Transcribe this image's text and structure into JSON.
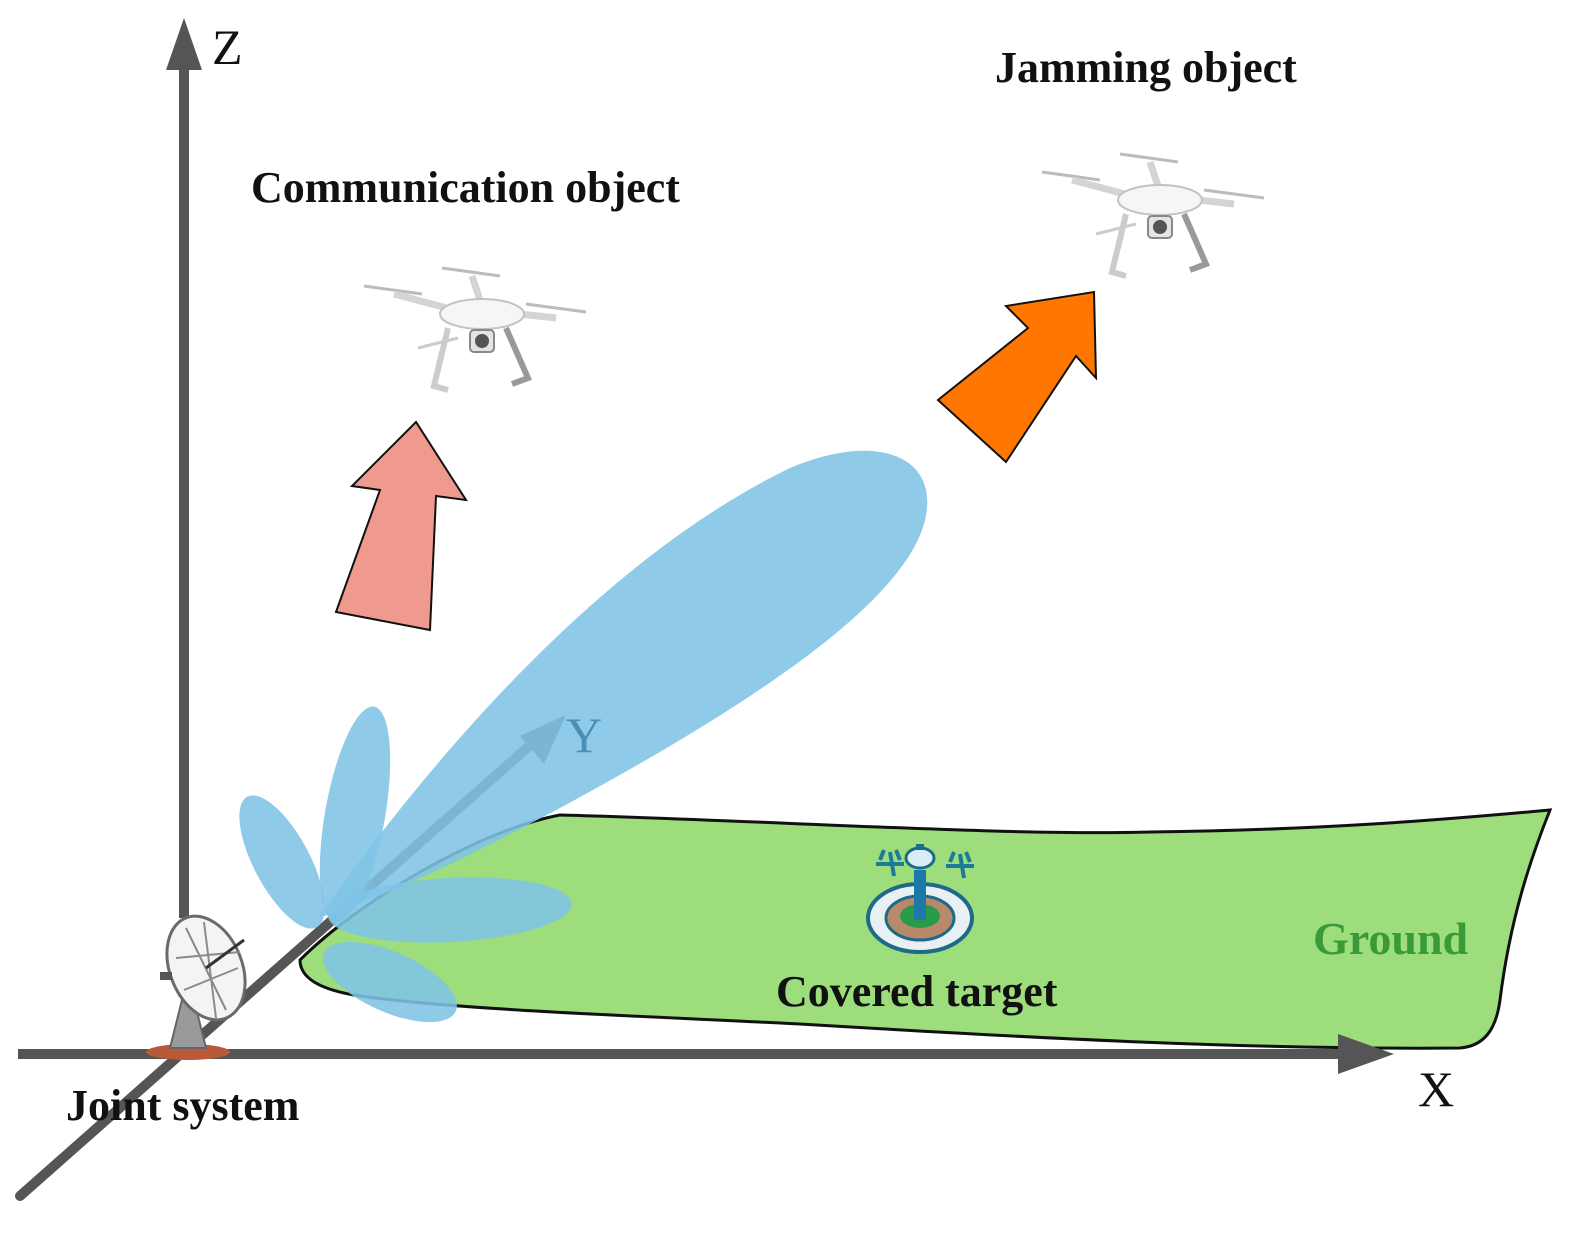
{
  "labels": {
    "z_axis": "Z",
    "x_axis": "X",
    "y_axis": "Y",
    "jamming": "Jamming object",
    "communication": "Communication object",
    "covered": "Covered target",
    "ground": "Ground",
    "joint": "Joint system"
  },
  "icons": [
    "drone-icon",
    "radar-dish-icon",
    "control-tower-icon",
    "airplane-icon"
  ],
  "colors": {
    "axis": "#555555",
    "beam": "#7fc4e6",
    "ground_fill": "#9ddd7b",
    "comm_arrow": "#f0998e",
    "jam_arrow": "#ff7700",
    "ground_text": "#3a9a3a",
    "y_text": "#4a8fb8"
  }
}
